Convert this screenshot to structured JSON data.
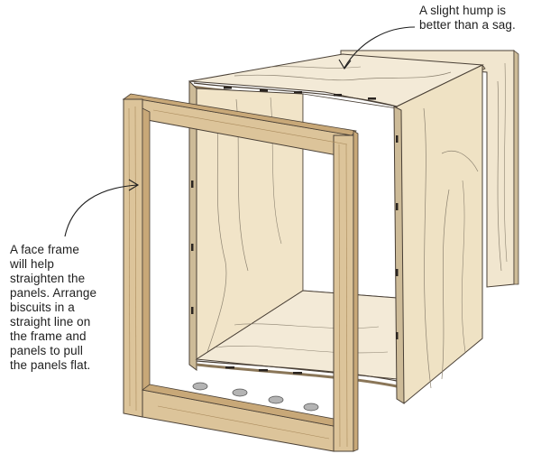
{
  "diagram": {
    "subject": "Plywood cabinet carcase with separate face frame, exploded view",
    "callouts": [
      {
        "id": "top-callout",
        "text": "A slight hump is\nbetter than a sag.",
        "points_to": "top panel"
      },
      {
        "id": "face-frame-callout",
        "text": "A face frame\nwill help\nstraighten the\npanels. Arrange\nbiscuits in a\nstraight line on\nthe frame and\npanels to pull\nthe panels flat.",
        "points_to": "face frame stile"
      }
    ],
    "parts": {
      "face_frame": "Solid wood face frame (stiles and rails)",
      "carcase": "Plywood box: top, bottom, sides, back",
      "biscuits": 4
    },
    "colors": {
      "plywood": "#f1e6cf",
      "plywood_shade": "#e6d6b6",
      "plywood_edge": "#cdbb98",
      "frame_wood": "#dcc49a",
      "frame_dark": "#c8a878",
      "grain": "#8c8270",
      "outline": "#4a4036",
      "biscuit": "#9a9a9a",
      "text": "#1e1e1e"
    }
  }
}
